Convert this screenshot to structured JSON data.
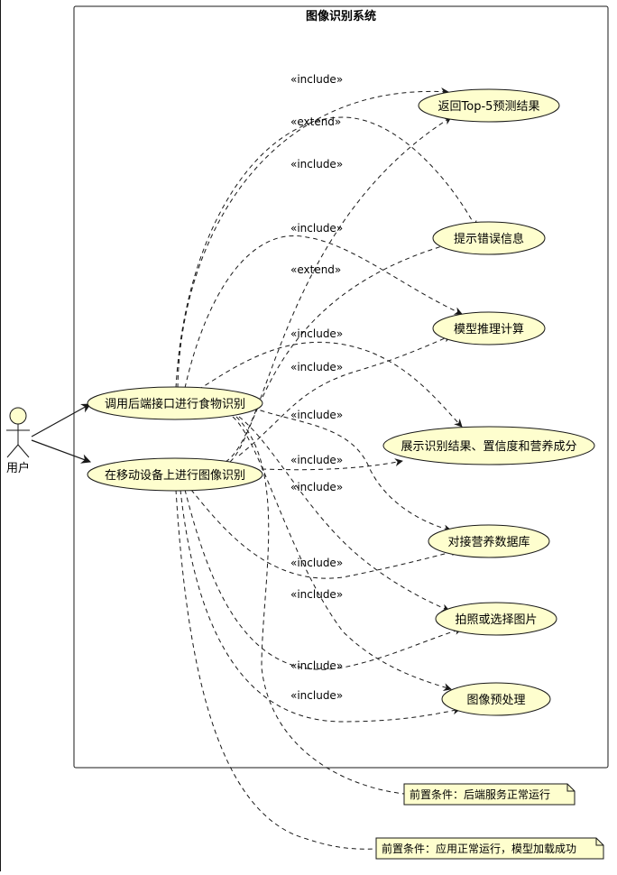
{
  "system": {
    "title": "图像识别系统"
  },
  "actor": {
    "label": "用户"
  },
  "use_cases": {
    "backend_recognition": "调用后端接口进行食物识别",
    "device_recognition": "在移动设备上进行图像识别",
    "return_top5": "返回Top-5预测结果",
    "error_message": "提示错误信息",
    "model_inference": "模型推理计算",
    "show_results": "展示识别结果、置信度和营养成分",
    "nutrition_db": "对接营养数据库",
    "photo_select": "拍照或选择图片",
    "preprocess": "图像预处理"
  },
  "relations": {
    "include": "«include»",
    "extend": "«extend»"
  },
  "notes": {
    "backend_precondition": "前置条件：后端服务正常运行",
    "app_precondition": "前置条件：应用正常运行，模型加载成功"
  },
  "colors": {
    "usecase_fill": "#fefece",
    "usecase_stroke": "#181818",
    "note_fill": "#fefece",
    "line": "#181818"
  }
}
